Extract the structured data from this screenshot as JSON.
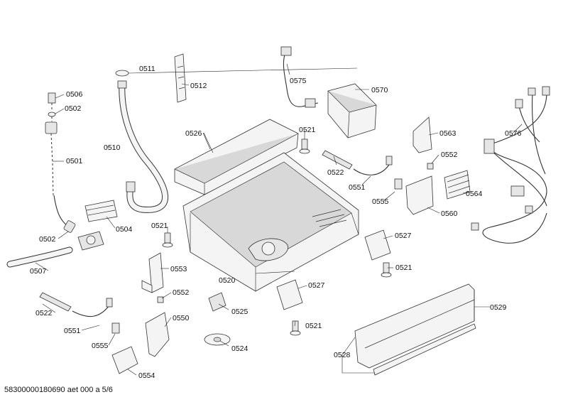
{
  "footer": {
    "code": "58300000180690 aet 000 a 5/6"
  },
  "labels": {
    "p0501": "0501",
    "p0502a": "0502",
    "p0502b": "0502",
    "p0504": "0504",
    "p0506": "0506",
    "p0507": "0507",
    "p0510": "0510",
    "p0511": "0511",
    "p0512": "0512",
    "p0520": "0520",
    "p0521a": "0521",
    "p0521b": "0521",
    "p0521c": "0521",
    "p0521d": "0521",
    "p0522a": "0522",
    "p0522b": "0522",
    "p0524": "0524",
    "p0525": "0525",
    "p0526": "0526",
    "p0527a": "0527",
    "p0527b": "0527",
    "p0528": "0528",
    "p0529": "0529",
    "p0550": "0550",
    "p0551a": "0551",
    "p0551b": "0551",
    "p0552a": "0552",
    "p0552b": "0552",
    "p0553": "0553",
    "p0554": "0554",
    "p0555a": "0555",
    "p0555b": "0555",
    "p0560": "0560",
    "p0563": "0563",
    "p0564": "0564",
    "p0570": "0570",
    "p0575": "0575",
    "p0576": "0576"
  }
}
